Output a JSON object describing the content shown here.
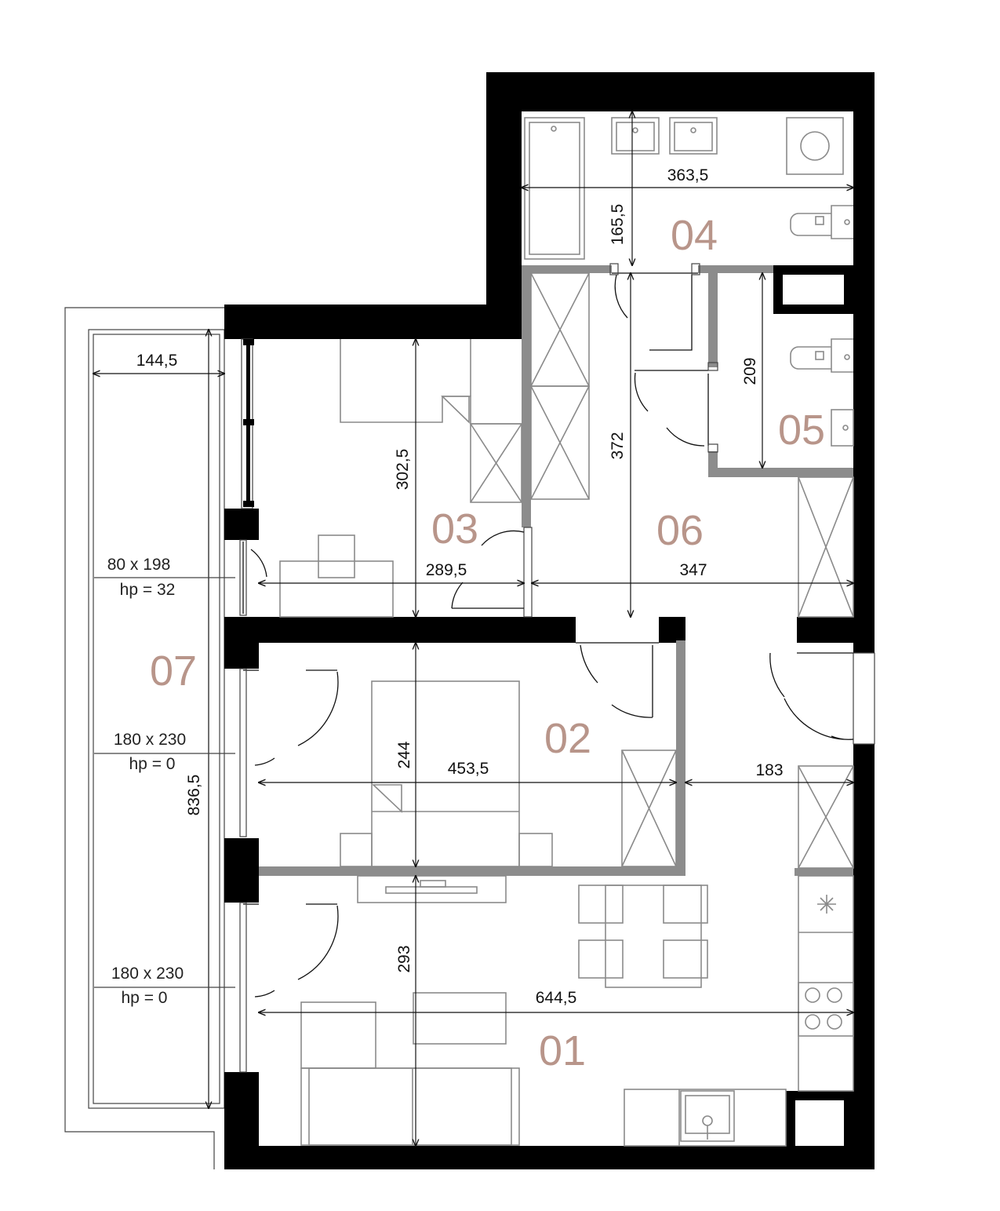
{
  "rooms": {
    "r01": "01",
    "r02": "02",
    "r03": "03",
    "r04": "04",
    "r05": "05",
    "r06": "06",
    "r07": "07"
  },
  "dimensions": {
    "d_363_5": "363,5",
    "d_165_5": "165,5",
    "d_209": "209",
    "d_144_5": "144,5",
    "d_302_5": "302,5",
    "d_372": "372",
    "d_289_5": "289,5",
    "d_347": "347",
    "d_244": "244",
    "d_453_5": "453,5",
    "d_183": "183",
    "d_293": "293",
    "d_644_5": "644,5",
    "d_836_5": "836,5"
  },
  "openings": [
    {
      "size": "80 x 198",
      "hp": "hp = 32"
    },
    {
      "size": "180 x 230",
      "hp": "hp = 0"
    },
    {
      "size": "180 x 230",
      "hp": "hp = 0"
    }
  ],
  "colors": {
    "wall": "#000000",
    "partition": "#8c8c8c",
    "room_label": "#b8958a"
  }
}
